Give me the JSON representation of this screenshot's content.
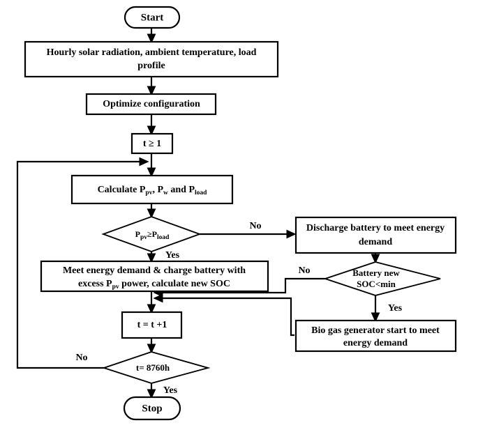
{
  "diagram": {
    "title": "Hybrid renewable energy system simulation flowchart",
    "type": "flowchart",
    "background_color": "#ffffff",
    "line_color": "#000000",
    "node_fill": "#ffffff"
  },
  "nodes": {
    "start": {
      "label": "Start",
      "shape": "terminator"
    },
    "inputs": {
      "line1": "Hourly solar radiation, ambient temperature, load",
      "line2": "profile",
      "shape": "process"
    },
    "optimize": {
      "label": "Optimize configuration",
      "shape": "process"
    },
    "init_time": {
      "label": "t ≥ 1",
      "shape": "process"
    },
    "calculate": {
      "prefix": "Calculate P",
      "sub1": "pv",
      "mid": ", P",
      "sub2": "w",
      "mid2": " and P",
      "sub3": "load",
      "shape": "process"
    },
    "decision_power": {
      "left": "P",
      "sub_left": "pv",
      "op": "≥P",
      "sub_right": "load",
      "shape": "decision"
    },
    "meet_demand": {
      "line1": "Meet energy demand & charge battery with",
      "line2_a": "excess P",
      "line2_sub": "pv",
      "line2_b": " power, calculate new SOC",
      "shape": "process"
    },
    "discharge": {
      "line1": "Discharge battery to meet energy",
      "line2": "demand",
      "shape": "process"
    },
    "decision_soc": {
      "line1": "Battery new",
      "line2": "SOC<min",
      "shape": "decision"
    },
    "biogas": {
      "line1": "Bio gas generator start to meet",
      "line2": "energy demand",
      "shape": "process"
    },
    "increment": {
      "label": "t = t +1",
      "shape": "process"
    },
    "decision_end": {
      "label": "t= 8760h",
      "shape": "decision"
    },
    "stop": {
      "label": "Stop",
      "shape": "terminator"
    }
  },
  "edge_labels": {
    "power_no": "No",
    "power_yes": "Yes",
    "soc_no": "No",
    "soc_yes": "Yes",
    "end_no": "No",
    "end_yes": "Yes"
  }
}
